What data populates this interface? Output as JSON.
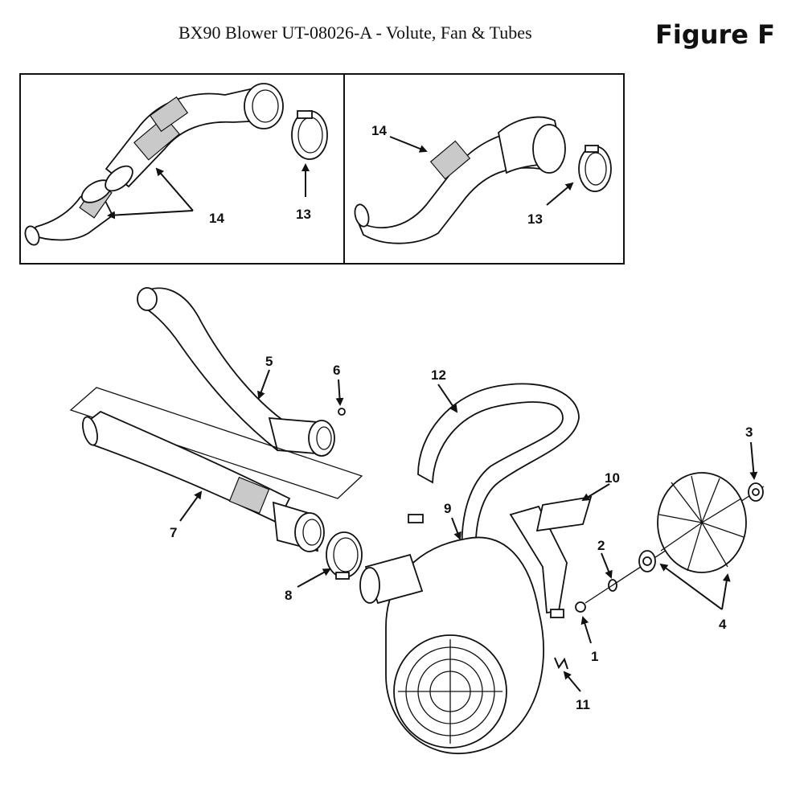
{
  "header": {
    "title": "BX90 Blower UT-08026-A - Volute, Fan & Tubes",
    "figure": "Figure F"
  },
  "callouts": {
    "inset_left_14": "14",
    "inset_left_13": "13",
    "inset_right_14": "14",
    "inset_right_13": "13",
    "p1": "1",
    "p2": "2",
    "p3": "3",
    "p4": "4",
    "p5": "5",
    "p6": "6",
    "p7": "7",
    "p8": "8",
    "p9": "9",
    "p10": "10",
    "p11": "11",
    "p12": "12"
  },
  "icons": {
    "arrowhead": "arrowhead-icon"
  }
}
